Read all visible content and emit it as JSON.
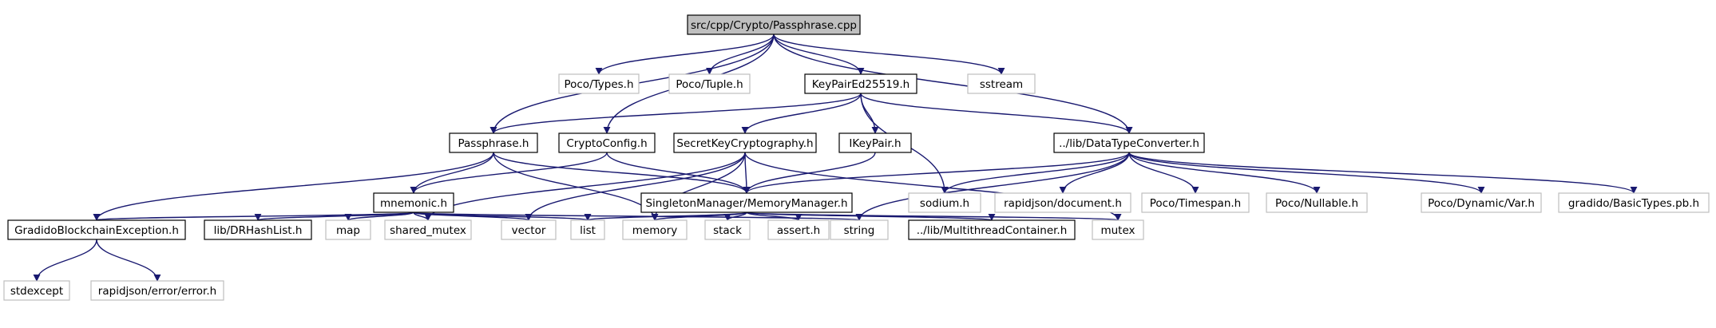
{
  "diagram": {
    "colors": {
      "edge": "#191970",
      "root_fill": "#bfbfbf",
      "root_stroke": "#000000",
      "documented_stroke": "#000000",
      "external_stroke": "#bfbfbf",
      "fill": "#ffffff"
    },
    "nodes": [
      {
        "id": "root",
        "label": "src/cpp/Crypto/Passphrase.cpp",
        "kind": "root"
      },
      {
        "id": "poco_types",
        "label": "Poco/Types.h",
        "kind": "external"
      },
      {
        "id": "poco_tuple",
        "label": "Poco/Tuple.h",
        "kind": "external"
      },
      {
        "id": "keypair",
        "label": "KeyPairEd25519.h",
        "kind": "documented"
      },
      {
        "id": "sstream",
        "label": "sstream",
        "kind": "external"
      },
      {
        "id": "passphrase_h",
        "label": "Passphrase.h",
        "kind": "documented"
      },
      {
        "id": "cryptoconfig",
        "label": "CryptoConfig.h",
        "kind": "documented"
      },
      {
        "id": "secretkey",
        "label": "SecretKeyCryptography.h",
        "kind": "documented"
      },
      {
        "id": "ikeypair",
        "label": "IKeyPair.h",
        "kind": "documented"
      },
      {
        "id": "dtc",
        "label": "../lib/DataTypeConverter.h",
        "kind": "documented"
      },
      {
        "id": "mnemonic",
        "label": "mnemonic.h",
        "kind": "documented"
      },
      {
        "id": "singleton",
        "label": "SingletonManager/MemoryManager.h",
        "kind": "documented"
      },
      {
        "id": "sodium",
        "label": "sodium.h",
        "kind": "external"
      },
      {
        "id": "rapid_doc",
        "label": "rapidjson/document.h",
        "kind": "external"
      },
      {
        "id": "timespan",
        "label": "Poco/Timespan.h",
        "kind": "external"
      },
      {
        "id": "nullable",
        "label": "Poco/Nullable.h",
        "kind": "external"
      },
      {
        "id": "dynvar",
        "label": "Poco/Dynamic/Var.h",
        "kind": "external"
      },
      {
        "id": "basictypes",
        "label": "gradido/BasicTypes.pb.h",
        "kind": "external"
      },
      {
        "id": "gbe",
        "label": "GradidoBlockchainException.h",
        "kind": "documented"
      },
      {
        "id": "drhash",
        "label": "lib/DRHashList.h",
        "kind": "documented"
      },
      {
        "id": "map",
        "label": "map",
        "kind": "external"
      },
      {
        "id": "shared_mutex",
        "label": "shared_mutex",
        "kind": "external"
      },
      {
        "id": "vector",
        "label": "vector",
        "kind": "external"
      },
      {
        "id": "list",
        "label": "list",
        "kind": "external"
      },
      {
        "id": "memory",
        "label": "memory",
        "kind": "external"
      },
      {
        "id": "stack",
        "label": "stack",
        "kind": "external"
      },
      {
        "id": "asserth",
        "label": "assert.h",
        "kind": "external"
      },
      {
        "id": "string",
        "label": "string",
        "kind": "external"
      },
      {
        "id": "multithread",
        "label": "../lib/MultithreadContainer.h",
        "kind": "documented"
      },
      {
        "id": "mutex",
        "label": "mutex",
        "kind": "external"
      },
      {
        "id": "stdexcept",
        "label": "stdexcept",
        "kind": "external"
      },
      {
        "id": "rapid_err",
        "label": "rapidjson/error/error.h",
        "kind": "external"
      }
    ],
    "edges": [
      [
        "root",
        "passphrase_h"
      ],
      [
        "root",
        "poco_types"
      ],
      [
        "root",
        "poco_tuple"
      ],
      [
        "root",
        "keypair"
      ],
      [
        "root",
        "cryptoconfig"
      ],
      [
        "root",
        "dtc"
      ],
      [
        "root",
        "sstream"
      ],
      [
        "keypair",
        "passphrase_h"
      ],
      [
        "keypair",
        "secretkey"
      ],
      [
        "keypair",
        "ikeypair"
      ],
      [
        "keypair",
        "dtc"
      ],
      [
        "keypair",
        "sodium"
      ],
      [
        "passphrase_h",
        "mnemonic"
      ],
      [
        "passphrase_h",
        "singleton"
      ],
      [
        "passphrase_h",
        "gbe"
      ],
      [
        "passphrase_h",
        "memory"
      ],
      [
        "cryptoconfig",
        "mnemonic"
      ],
      [
        "cryptoconfig",
        "singleton"
      ],
      [
        "secretkey",
        "singleton"
      ],
      [
        "secretkey",
        "shared_mutex"
      ],
      [
        "secretkey",
        "vector"
      ],
      [
        "secretkey",
        "memory"
      ],
      [
        "secretkey",
        "mutex"
      ],
      [
        "ikeypair",
        "singleton"
      ],
      [
        "dtc",
        "singleton"
      ],
      [
        "dtc",
        "sodium"
      ],
      [
        "dtc",
        "rapid_doc"
      ],
      [
        "dtc",
        "timespan"
      ],
      [
        "dtc",
        "nullable"
      ],
      [
        "dtc",
        "dynvar"
      ],
      [
        "dtc",
        "basictypes"
      ],
      [
        "dtc",
        "string"
      ],
      [
        "mnemonic",
        "gbe"
      ],
      [
        "mnemonic",
        "drhash"
      ],
      [
        "mnemonic",
        "map"
      ],
      [
        "mnemonic",
        "shared_mutex"
      ],
      [
        "mnemonic",
        "vector"
      ],
      [
        "mnemonic",
        "list"
      ],
      [
        "mnemonic",
        "string"
      ],
      [
        "singleton",
        "list"
      ],
      [
        "singleton",
        "memory"
      ],
      [
        "singleton",
        "stack"
      ],
      [
        "singleton",
        "asserth"
      ],
      [
        "singleton",
        "multithread"
      ],
      [
        "singleton",
        "mutex"
      ],
      [
        "gbe",
        "stdexcept"
      ],
      [
        "gbe",
        "rapid_err"
      ]
    ]
  }
}
